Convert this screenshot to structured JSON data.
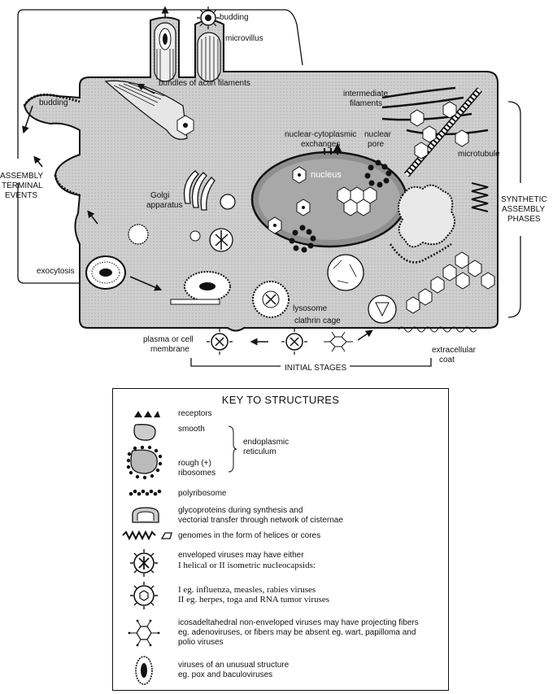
{
  "diagram": {
    "labels": {
      "budding_top": "budding",
      "budding_left": "budding",
      "microvillus": "microvillus",
      "bundles": "bundles of actin filaments",
      "intermediate_1": "intermediate",
      "intermediate_2": "filaments",
      "microtubule": "microtubule",
      "nc_1": "nuclear-cytoplasmic",
      "nc_2": "exchanges",
      "pore_1": "nuclear",
      "pore_2": "pore",
      "nucleus": "nucleus",
      "golgi_1": "Golgi",
      "golgi_2": "apparatus",
      "assembly_1": "ASSEMBLY",
      "assembly_2": "TERMINAL",
      "assembly_3": "EVENTS",
      "synthetic_1": "SYNTHETIC",
      "synthetic_2": "ASSEMBLY",
      "synthetic_3": "PHASES",
      "exocytosis": "exocytosis",
      "lysosome": "lysosome",
      "clathrin": "clathrin cage",
      "plasma_1": "plasma or cell",
      "plasma_2": "membrane",
      "extracellular_1": "extracellular",
      "extracellular_2": "coat",
      "initial": "INITIAL STAGES"
    }
  },
  "key": {
    "title": "KEY TO STRUCTURES",
    "receptors": "receptors",
    "smooth": "smooth",
    "er_1": "endoplasmic",
    "er_2": "reticulum",
    "rough_1": "rough (+)",
    "rough_2": "ribosomes",
    "polyribosome": "polyribosome",
    "glyco_1": "glycoproteins during synthesis and",
    "glyco_2": "vectorial transfer through network of cisternae",
    "genomes": "genomes in the form of helices or cores",
    "env_1": "enveloped viruses may have either",
    "env_2": "I helical or II isometric nucleocapsids:",
    "ex_1": "I eg. influenza, measles, rabies viruses",
    "ex_2": "II eg. herpes, toga and RNA tumor viruses",
    "ico_1": "icosadeltahedral non-enveloped viruses may have projecting fibers",
    "ico_2": "eg. adenoviruses, or fibers may be absent  eg. wart, papilloma and",
    "ico_3": "polio viruses",
    "unusual_1": "viruses of an unusual structure",
    "unusual_2": "eg. pox and baculoviruses"
  }
}
